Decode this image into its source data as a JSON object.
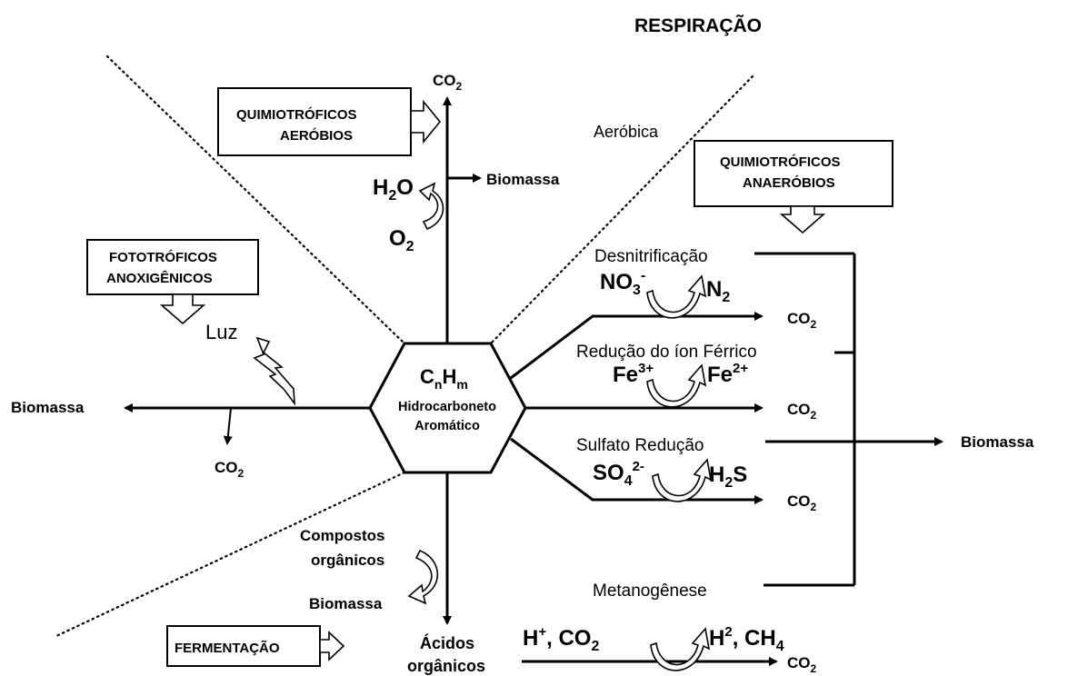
{
  "title": "RESPIRAÇÃO",
  "center": {
    "formula_c": "C",
    "formula_n": "n",
    "formula_h": "H",
    "formula_m": "m",
    "line1": "Hidrocarboneto",
    "line2": "Aromático"
  },
  "boxes": {
    "quimio_aerobios": [
      "QUIMIOTRÓFICOS",
      "AERÓBIOS"
    ],
    "quimio_anaerobios": [
      "QUIMIOTRÓFICOS",
      "ANAERÓBIOS"
    ],
    "fototroficos": [
      "FOTOTRÓFICOS",
      "ANOXIGÊNICOS"
    ],
    "fermentacao": "FERMENTAÇÃO"
  },
  "labels": {
    "co2_base": "CO",
    "co2_sub": "2",
    "biomassa": "Biomassa",
    "aerobica": "Aeróbica",
    "luz": "Luz",
    "desnitrificacao": "Desnitrificação",
    "reducao_ferrico": "Redução do íon Férrico",
    "sulfato_reducao": "Sulfato Redução",
    "metanogenese": "Metanogênese",
    "compostos": "Compostos",
    "organicos": "orgânicos",
    "acidos": "Ácidos"
  },
  "species": {
    "h2o_h": "H",
    "h2o_2": "2",
    "h2o_o": "O",
    "o2_o": "O",
    "o2_2": "2",
    "no3": "NO",
    "no3_3": "3",
    "no3_minus": "-",
    "n2": "N",
    "n2_2": "2",
    "fe": "Fe",
    "fe3": "3+",
    "fe2": "2+",
    "so4": "SO",
    "so4_4": "4",
    "so4_charge": "2-",
    "h2s_h": "H",
    "h2s_2": "2",
    "h2s_s": "S",
    "h_plus": "H",
    "plus": "+",
    "comma_co": ", CO",
    "co2_2": "2",
    "h2_h": "H",
    "h2_sup": "2",
    "ch": ", CH",
    "ch4_4": "4"
  }
}
